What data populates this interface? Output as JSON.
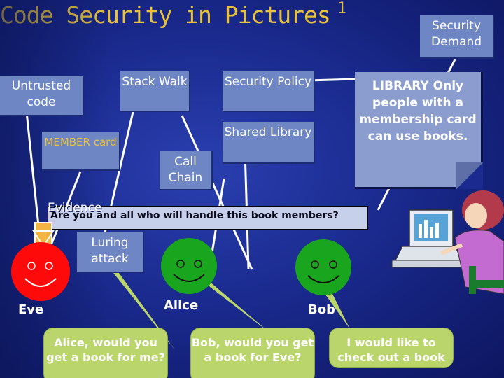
{
  "title": {
    "main": "Code Security in Pictures",
    "number": "1"
  },
  "boxes": {
    "security_demand": "Security Demand",
    "untrusted_code": "Untrusted code",
    "stack_walk": "Stack Walk",
    "security_policy": "Security Policy",
    "member_card": "MEMBER card",
    "shared_library": "Shared Library",
    "call_chain": "Call Chain",
    "luring_attack": "Luring attack"
  },
  "library_sign": "LIBRARY Only people with a membership card can use books.",
  "evidence": {
    "label": "Evidence",
    "question": "Are you and all who will handle this book members?"
  },
  "people": {
    "eve": "Eve",
    "alice": "Alice",
    "bob": "Bob"
  },
  "bubbles": {
    "eve": "Alice, would you get a book for me?",
    "alice": "Bob, would you get a book for Eve?",
    "bob": "I would like to check out a book"
  },
  "colors": {
    "title": "#e8c23a",
    "box": "#6f86c4",
    "eve_face": "#ff0a0a",
    "friend_face": "#1aa51e",
    "bubble": "#b9d56b"
  }
}
